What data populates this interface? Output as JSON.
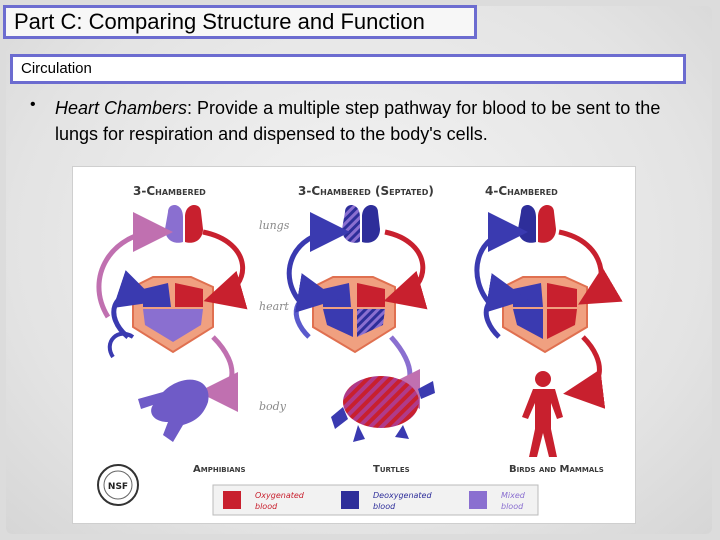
{
  "slide": {
    "title": "Part C:  Comparing Structure and Function",
    "subtitle": "Circulation",
    "bullet_symbol": "•",
    "bullet_term": "Heart Chambers",
    "bullet_rest": ":  Provide a multiple step pathway for blood to be sent to the lungs for respiration and dispensed to the body's cells."
  },
  "figure": {
    "headers": [
      "3-Chambered",
      "3-Chambered (Septated)",
      "4-Chambered"
    ],
    "row_labels": [
      "lungs",
      "heart",
      "body"
    ],
    "animal_labels": [
      "Amphibians",
      "Turtles",
      "Birds and Mammals"
    ],
    "logo_text": "NSF",
    "legend": [
      {
        "label_line1": "Oxygenated",
        "label_line2": "blood",
        "color": "#c8202e"
      },
      {
        "label_line1": "Deoxygenated",
        "label_line2": "blood",
        "color": "#2e2e9a"
      },
      {
        "label_line1": "Mixed",
        "label_line2": "blood",
        "color": "#8a6fd0"
      }
    ]
  }
}
